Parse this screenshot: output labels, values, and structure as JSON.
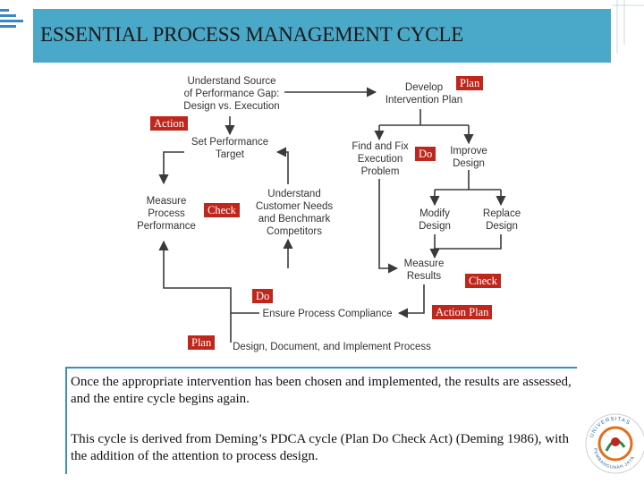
{
  "title": "ESSENTIAL PROCESS MANAGEMENT CYCLE",
  "diagram": {
    "nodes": {
      "understand_source": "Understand Source\nof Performance Gap:\nDesign vs. Execution",
      "develop_plan": "Develop\nIntervention Plan",
      "set_target": "Set Performance\nTarget",
      "find_fix": "Find and Fix\nExecution\nProblem",
      "improve_design": "Improve\nDesign",
      "measure_process": "Measure\nProcess\nPerformance",
      "understand_customer": "Understand\nCustomer Needs\nand Benchmark\nCompetitors",
      "modify_design": "Modify\nDesign",
      "replace_design": "Replace\nDesign",
      "measure_results": "Measure\nResults",
      "ensure_compliance": "Ensure Process Compliance",
      "design_document": "Design, Document, and Implement Process"
    },
    "tags": {
      "plan_top": "Plan",
      "action_top": "Action",
      "do_mid": "Do",
      "check_left": "Check",
      "check_right": "Check",
      "do_bottom": "Do",
      "action_plan": "Action Plan",
      "plan_bottom": "Plan"
    },
    "colors": {
      "tag_bg": "#c0271c",
      "arrow": "#3a3a3a",
      "title_bar": "#4aa8c8",
      "accent": "#3a8fc2"
    }
  },
  "notes": {
    "paragraph1": "Once the appropriate intervention has been chosen and implemented, the results are assessed, and the entire cycle begins again.",
    "paragraph2": "This cycle is derived from Deming’s PDCA cycle (Plan Do Check Act) (Deming 1986), with the addition of the attention to process design."
  },
  "logo": {
    "icon": "university-seal-icon",
    "text": "UNIVERSITAS PEMBANGUNAN JAYA"
  }
}
